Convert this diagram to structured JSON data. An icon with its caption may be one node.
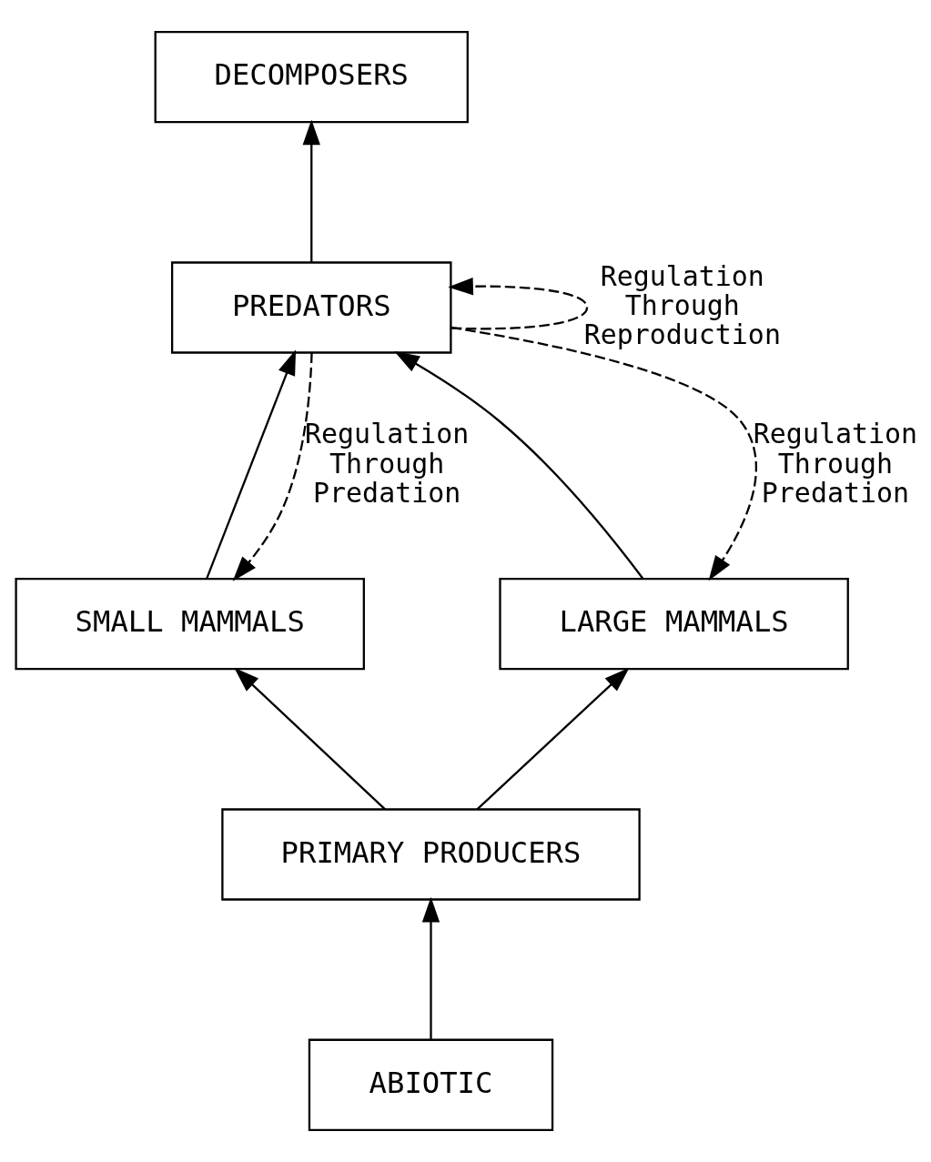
{
  "diagram": {
    "nodes": [
      {
        "text": [
          "DECOMPOSERS"
        ]
      },
      {
        "text": [
          "PREDATORS"
        ]
      },
      {
        "text": [
          "SMALL MAMMALS"
        ]
      },
      {
        "text": [
          "LARGE MAMMALS"
        ]
      },
      {
        "text": [
          "PRIMARY PRODUCERS"
        ]
      },
      {
        "text": [
          "ABIOTIC"
        ]
      }
    ],
    "edges": [
      {
        "from": 1,
        "to": 0,
        "arrow": "to"
      },
      {
        "from": 1,
        "to": 1,
        "arrow": "to",
        "style": "dashed",
        "label": "Regulation Through Reproduction"
      },
      {
        "from": 1,
        "to": 2,
        "arrow": "to",
        "style": "dashed",
        "label": "Regulation Through Predation"
      },
      {
        "from": 1,
        "to": 3,
        "arrow": "to",
        "style": "dashed",
        "label": "Regulation Through Predation"
      },
      {
        "from": 2,
        "to": 1,
        "arrow": "to"
      },
      {
        "from": 3,
        "to": 1,
        "arrow": "to"
      },
      {
        "from": 4,
        "to": 2,
        "arrow": "to"
      },
      {
        "from": 4,
        "to": 3,
        "arrow": "to"
      },
      {
        "from": 5,
        "to": 4,
        "arrow": "to"
      }
    ]
  }
}
